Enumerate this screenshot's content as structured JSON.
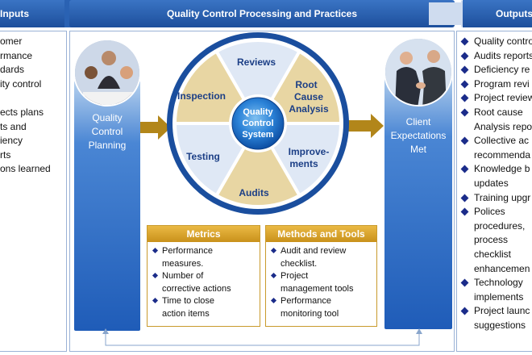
{
  "headers": {
    "inputs": "Inputs",
    "center": "Quality Control Processing and Practices",
    "outputs": "Outputs"
  },
  "inputs": [
    "omer",
    "rmance",
    "dards",
    "ity control",
    "",
    "ects plans",
    "ts and",
    "iency",
    "rts",
    "ons learned"
  ],
  "left_bar": {
    "lines": [
      "Quality",
      "Control",
      "Planning"
    ]
  },
  "right_bar": {
    "lines": [
      "Client",
      "Expectations",
      "Met"
    ]
  },
  "wheel": {
    "center": [
      "Quality",
      "Control",
      "System"
    ],
    "segments": {
      "reviews": "Reviews",
      "rca": [
        "Root",
        "Cause",
        "Analysis"
      ],
      "improvements": [
        "Improve-",
        "ments"
      ],
      "audits": "Audits",
      "testing": "Testing",
      "inspection": "Inspection"
    }
  },
  "metrics": {
    "title": "Metrics",
    "items": [
      [
        "Performance",
        "measures."
      ],
      [
        "Number of",
        "corrective actions"
      ],
      [
        "Time to close",
        "action items"
      ]
    ]
  },
  "methods": {
    "title": "Methods and Tools",
    "items": [
      [
        "Audit and review",
        "checklist."
      ],
      [
        "Project",
        "management tools"
      ],
      [
        "Performance",
        "monitoring tool"
      ]
    ]
  },
  "outputs": [
    [
      "Quality contro"
    ],
    [
      "Audits reports"
    ],
    [
      "Deficiency re"
    ],
    [
      "Program revi"
    ],
    [
      "Project review"
    ],
    [
      "Root cause",
      "Analysis repo"
    ],
    [
      "Collective ac",
      "recommenda"
    ],
    [
      "Knowledge  b",
      "updates"
    ],
    [
      "Training upgr"
    ],
    [
      "Polices",
      "procedures,",
      "process",
      "checklist",
      "enhancemen"
    ],
    [
      "Technology",
      "implements"
    ],
    [
      "Project launc",
      "suggestions"
    ]
  ],
  "colors": {
    "primary": "#1f5cb8",
    "header": "#2c65b6",
    "tan": "#e8d6a3",
    "light": "#dfe8f5",
    "gold": "#d9a52e"
  }
}
